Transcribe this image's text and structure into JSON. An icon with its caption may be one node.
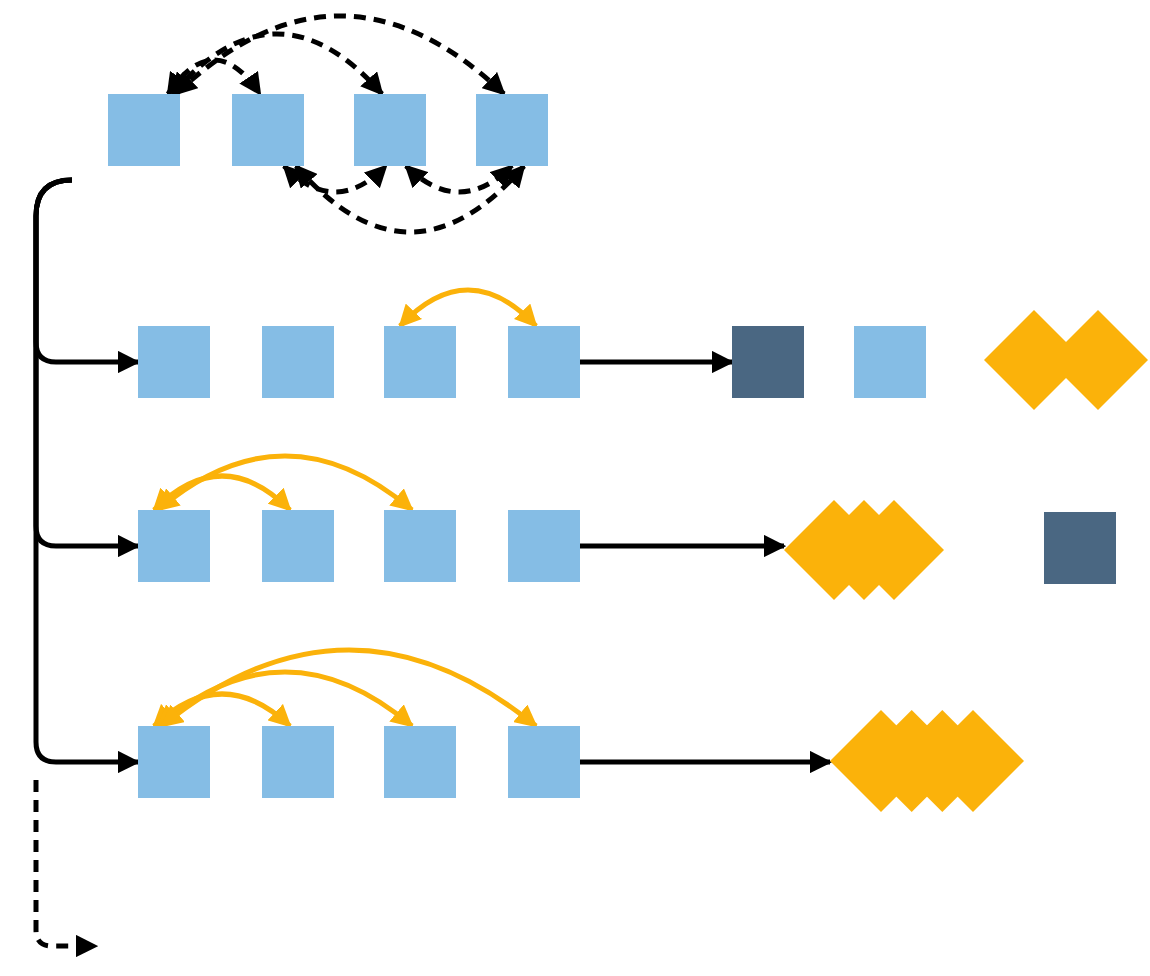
{
  "diagram": {
    "nodes": [
      {
        "text": [],
        "shape": "box"
      },
      {
        "text": [],
        "shape": "box"
      },
      {
        "text": [],
        "shape": "box"
      },
      {
        "text": [],
        "shape": "box"
      },
      {
        "text": [],
        "shape": "box"
      },
      {
        "text": [],
        "shape": "box"
      },
      {
        "text": [],
        "shape": "box"
      },
      {
        "text": [],
        "shape": "box"
      },
      {
        "text": [],
        "shape": "box"
      },
      {
        "text": [],
        "shape": "box"
      },
      {
        "text": [],
        "shape": "diamond"
      },
      {
        "text": [],
        "shape": "box"
      },
      {
        "text": [],
        "shape": "box"
      },
      {
        "text": [],
        "shape": "box"
      },
      {
        "text": [],
        "shape": "box"
      },
      {
        "text": [],
        "shape": "diamond"
      },
      {
        "text": [],
        "shape": "box"
      },
      {
        "text": [],
        "shape": "box"
      },
      {
        "text": [],
        "shape": "box"
      },
      {
        "text": [],
        "shape": "box"
      },
      {
        "text": [],
        "shape": "box"
      },
      {
        "text": [],
        "shape": "diamond"
      }
    ],
    "edges": [
      {
        "from": 0,
        "to": 1,
        "arrow": "both",
        "style": "dashed"
      },
      {
        "from": 0,
        "to": 2,
        "arrow": "both",
        "style": "dashed"
      },
      {
        "from": 0,
        "to": 3,
        "arrow": "both",
        "style": "dashed"
      },
      {
        "from": 1,
        "to": 2,
        "arrow": "both",
        "style": "dashed"
      },
      {
        "from": 2,
        "to": 3,
        "arrow": "both",
        "style": "dashed"
      },
      {
        "from": 1,
        "to": 3,
        "arrow": "both",
        "style": "dashed"
      },
      {
        "from": 6,
        "to": 7,
        "arrow": "both",
        "color": "#fbb20a"
      },
      {
        "from": 7,
        "to": 8,
        "arrow": "to"
      },
      {
        "from": 11,
        "to": 12,
        "arrow": "both",
        "color": "#fbb20a"
      },
      {
        "from": 11,
        "to": 13,
        "arrow": "both",
        "color": "#fbb20a"
      },
      {
        "from": 14,
        "to": 15,
        "arrow": "to"
      },
      {
        "from": 17,
        "to": 18,
        "arrow": "both",
        "color": "#fbb20a"
      },
      {
        "from": 17,
        "to": 19,
        "arrow": "both",
        "color": "#fbb20a"
      },
      {
        "from": 17,
        "to": 20,
        "arrow": "both",
        "color": "#fbb20a"
      },
      {
        "from": 20,
        "to": 21,
        "arrow": "to"
      },
      {
        "from": null,
        "to": 4,
        "arrow": "to"
      },
      {
        "from": null,
        "to": 11,
        "arrow": "to"
      },
      {
        "from": null,
        "to": 17,
        "arrow": "to"
      }
    ]
  }
}
